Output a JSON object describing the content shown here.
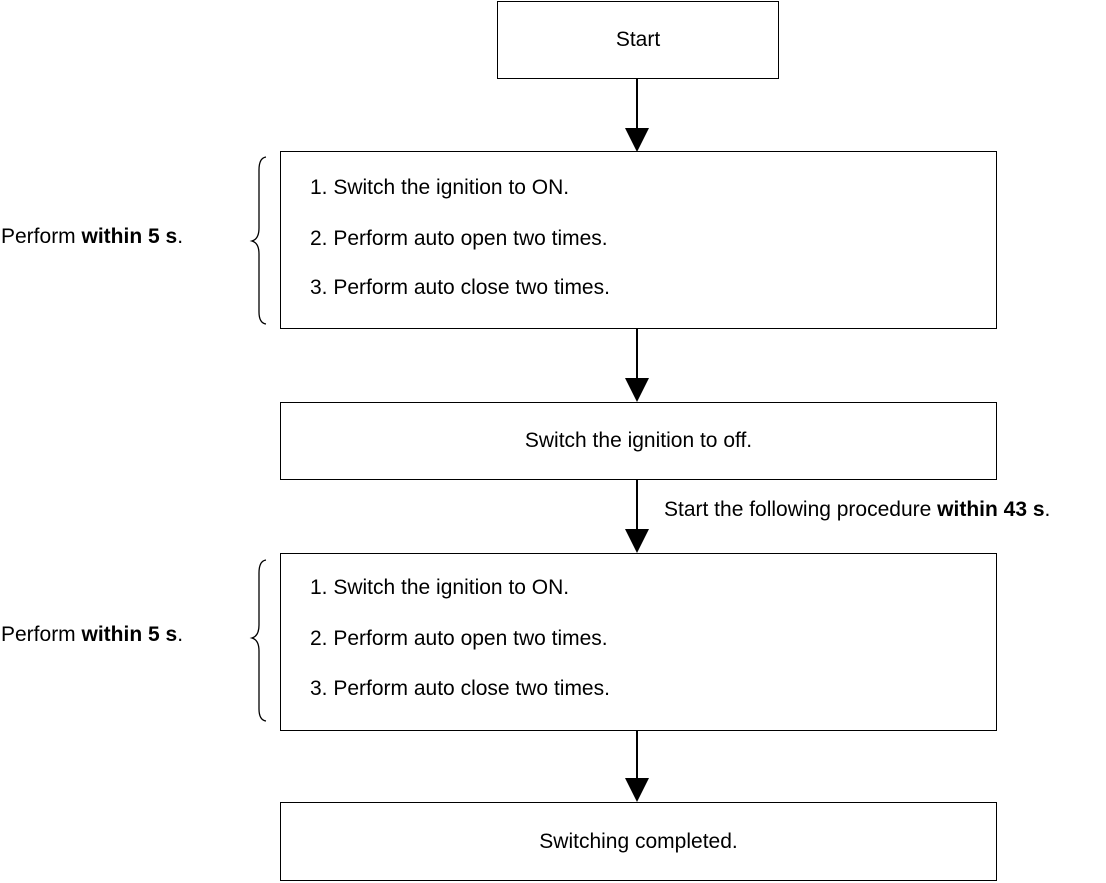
{
  "start": {
    "label": "Start"
  },
  "group1": {
    "side_label": {
      "prefix": "Perform ",
      "emphasis": "within 5 s",
      "suffix": "."
    },
    "steps": [
      "1. Switch the ignition  to ON.",
      "2. Perform auto open two times.",
      "3. Perform auto close two times."
    ]
  },
  "ignition_off": {
    "label": "Switch the ignition  to off."
  },
  "transition_note": {
    "prefix": "Start the following procedure ",
    "emphasis": "within 43 s",
    "suffix": "."
  },
  "group2": {
    "side_label": {
      "prefix": "Perform ",
      "emphasis": "within 5 s",
      "suffix": "."
    },
    "steps": [
      "1. Switch the ignition  to ON.",
      "2. Perform auto open two times.",
      "3. Perform auto close two times."
    ]
  },
  "end": {
    "label": "Switching completed."
  }
}
